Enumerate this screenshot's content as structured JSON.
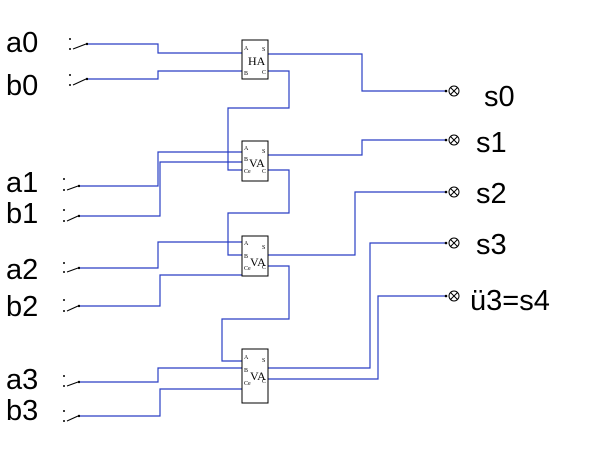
{
  "inputs": {
    "a0": "a0",
    "b0": "b0",
    "a1": "a1",
    "b1": "b1",
    "a2": "a2",
    "b2": "b2",
    "a3": "a3",
    "b3": "b3"
  },
  "outputs": {
    "s0": "s0",
    "s1": "s1",
    "s2": "s2",
    "s3": "s3",
    "s4": "ü3=s4"
  },
  "blocks": {
    "ha0": {
      "name": "HA",
      "pin_a": "A",
      "pin_b": "B",
      "pin_s": "S",
      "pin_c": "C"
    },
    "va1": {
      "name": "VA",
      "pin_a": "A",
      "pin_b": "B",
      "pin_cin": "Ce",
      "pin_s": "S",
      "pin_c": "C"
    },
    "va2": {
      "name": "VA",
      "pin_a": "A",
      "pin_b": "B",
      "pin_cin": "Ce",
      "pin_s": "S",
      "pin_c": "C"
    },
    "va3": {
      "name": "VA",
      "pin_a": "A",
      "pin_b": "B",
      "pin_cin": "Ce",
      "pin_s": "S",
      "pin_c": "C"
    }
  },
  "colors": {
    "wire": "#2a3fc4",
    "block_outline": "#000000",
    "text": "#000000"
  }
}
